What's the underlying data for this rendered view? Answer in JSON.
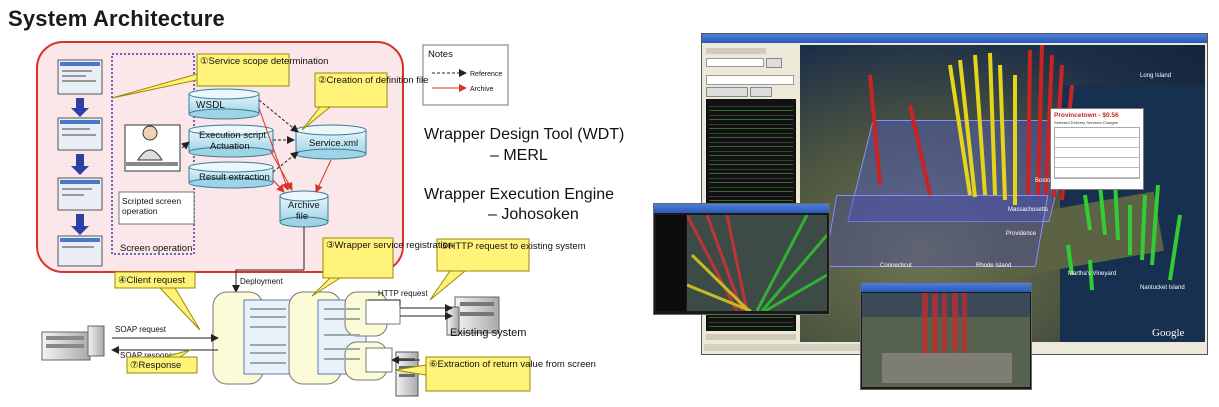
{
  "page": {
    "title": "System Architecture"
  },
  "diagram": {
    "steps": {
      "s1": "①Service scope determination",
      "s2": "②Creation of definition file",
      "s3": "③Wrapper service registration",
      "s4": "④Client request",
      "s5": "⑤HTTP request to existing system",
      "s6": "⑥Extraction of return value from screen",
      "s7": "⑦Response"
    },
    "nodes": {
      "wsdl": "WSDL",
      "exec_line1": "Execution script",
      "exec_line2": "Actuation",
      "result": "Result extraction",
      "service_xml": "Service.xml",
      "archive_line1": "Archive",
      "archive_line2": "file",
      "scripted_line1": "Scripted screen",
      "scripted_line2": "operation",
      "screen_operation": "Screen operation",
      "deployment": "Deployment",
      "existing_system": "Existing system",
      "soap_request": "SOAP request",
      "soap_response": "SOAP response",
      "http_request": "HTTP request"
    },
    "notes": {
      "title": "Notes",
      "reference": "Reference",
      "archive": "Archive"
    }
  },
  "credits": {
    "wdt_line1": "Wrapper Design Tool (WDT)",
    "wdt_line2": "– MERL",
    "wee_line1": "Wrapper Execution Engine",
    "wee_line2": "– Johosoken"
  },
  "map": {
    "popup_title": "Provincetown - $0.56",
    "popup_subtitle": "Selected Delivery Services Charges",
    "labels": [
      "Massachusetts",
      "Boston",
      "Providence",
      "Connecticut",
      "Rhode Island",
      "Martha's Vineyard",
      "Nantucket Island",
      "Long Island"
    ],
    "brand": "Google"
  },
  "colors": {
    "frame_red": "#d9322b",
    "note_yellow": "#fff37a",
    "callout_border": "#9a8a00"
  }
}
